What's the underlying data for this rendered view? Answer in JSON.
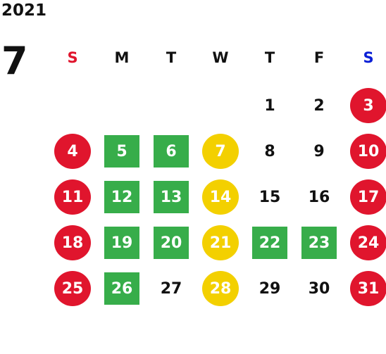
{
  "calendar": {
    "year": "2021",
    "month": "7",
    "colors": {
      "sunday_label": "#e0152d",
      "saturday_label": "#0a1fd6",
      "weekday_label": "#111111",
      "red_circle": "#e0152d",
      "green_square": "#37ad4a",
      "yellow_circle": "#f3d000"
    },
    "weekdays": [
      "S",
      "M",
      "T",
      "W",
      "T",
      "F",
      "S"
    ],
    "weeks": [
      [
        null,
        null,
        null,
        null,
        {
          "n": "1"
        },
        {
          "n": "2"
        },
        {
          "n": "3",
          "mark": "red-circle"
        }
      ],
      [
        {
          "n": "4",
          "mark": "red-circle"
        },
        {
          "n": "5",
          "mark": "green-square"
        },
        {
          "n": "6",
          "mark": "green-square"
        },
        {
          "n": "7",
          "mark": "yellow-circle"
        },
        {
          "n": "8"
        },
        {
          "n": "9"
        },
        {
          "n": "10",
          "mark": "red-circle"
        }
      ],
      [
        {
          "n": "11",
          "mark": "red-circle"
        },
        {
          "n": "12",
          "mark": "green-square"
        },
        {
          "n": "13",
          "mark": "green-square"
        },
        {
          "n": "14",
          "mark": "yellow-circle"
        },
        {
          "n": "15"
        },
        {
          "n": "16"
        },
        {
          "n": "17",
          "mark": "red-circle"
        }
      ],
      [
        {
          "n": "18",
          "mark": "red-circle"
        },
        {
          "n": "19",
          "mark": "green-square"
        },
        {
          "n": "20",
          "mark": "green-square"
        },
        {
          "n": "21",
          "mark": "yellow-circle"
        },
        {
          "n": "22",
          "mark": "green-square"
        },
        {
          "n": "23",
          "mark": "green-square"
        },
        {
          "n": "24",
          "mark": "red-circle"
        }
      ],
      [
        {
          "n": "25",
          "mark": "red-circle"
        },
        {
          "n": "26",
          "mark": "green-square"
        },
        {
          "n": "27"
        },
        {
          "n": "28",
          "mark": "yellow-circle"
        },
        {
          "n": "29"
        },
        {
          "n": "30"
        },
        {
          "n": "31",
          "mark": "red-circle"
        }
      ]
    ]
  }
}
